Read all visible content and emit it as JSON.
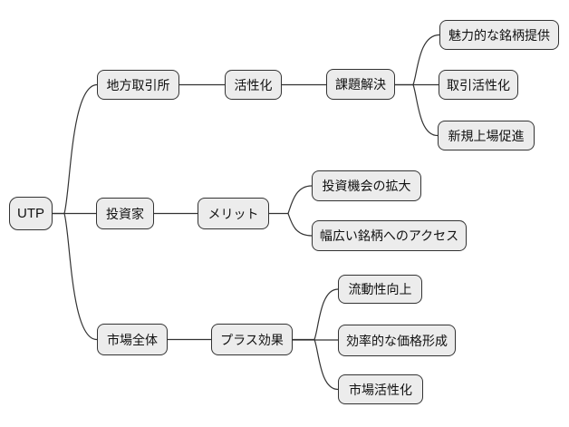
{
  "diagram": {
    "type": "mindmap",
    "root_id": "utp",
    "colors": {
      "background": "#ffffff",
      "node_fill": "#ececec",
      "node_border": "#333333",
      "edge": "#333333",
      "text": "#111111"
    }
  },
  "nodes": {
    "utp": {
      "label": "UTP"
    },
    "regional": {
      "label": "地方取引所"
    },
    "activation": {
      "label": "活性化"
    },
    "problem": {
      "label": "課題解決"
    },
    "attractive": {
      "label": "魅力的な銘柄提供"
    },
    "trading": {
      "label": "取引活性化"
    },
    "newlisting": {
      "label": "新規上場促進"
    },
    "investors": {
      "label": "投資家"
    },
    "merit": {
      "label": "メリット"
    },
    "invop": {
      "label": "投資機会の拡大"
    },
    "wideaccess": {
      "label": "幅広い銘柄へのアクセス"
    },
    "market": {
      "label": "市場全体"
    },
    "positive": {
      "label": "プラス効果"
    },
    "liquidity": {
      "label": "流動性向上"
    },
    "price": {
      "label": "効率的な価格形成"
    },
    "mktact": {
      "label": "市場活性化"
    }
  },
  "edges": [
    {
      "from": "utp",
      "to": "regional"
    },
    {
      "from": "utp",
      "to": "investors"
    },
    {
      "from": "utp",
      "to": "market"
    },
    {
      "from": "regional",
      "to": "activation"
    },
    {
      "from": "activation",
      "to": "problem"
    },
    {
      "from": "problem",
      "to": "attractive"
    },
    {
      "from": "problem",
      "to": "trading"
    },
    {
      "from": "problem",
      "to": "newlisting"
    },
    {
      "from": "investors",
      "to": "merit"
    },
    {
      "from": "merit",
      "to": "invop"
    },
    {
      "from": "merit",
      "to": "wideaccess"
    },
    {
      "from": "market",
      "to": "positive"
    },
    {
      "from": "positive",
      "to": "liquidity"
    },
    {
      "from": "positive",
      "to": "price"
    },
    {
      "from": "positive",
      "to": "mktact"
    }
  ]
}
